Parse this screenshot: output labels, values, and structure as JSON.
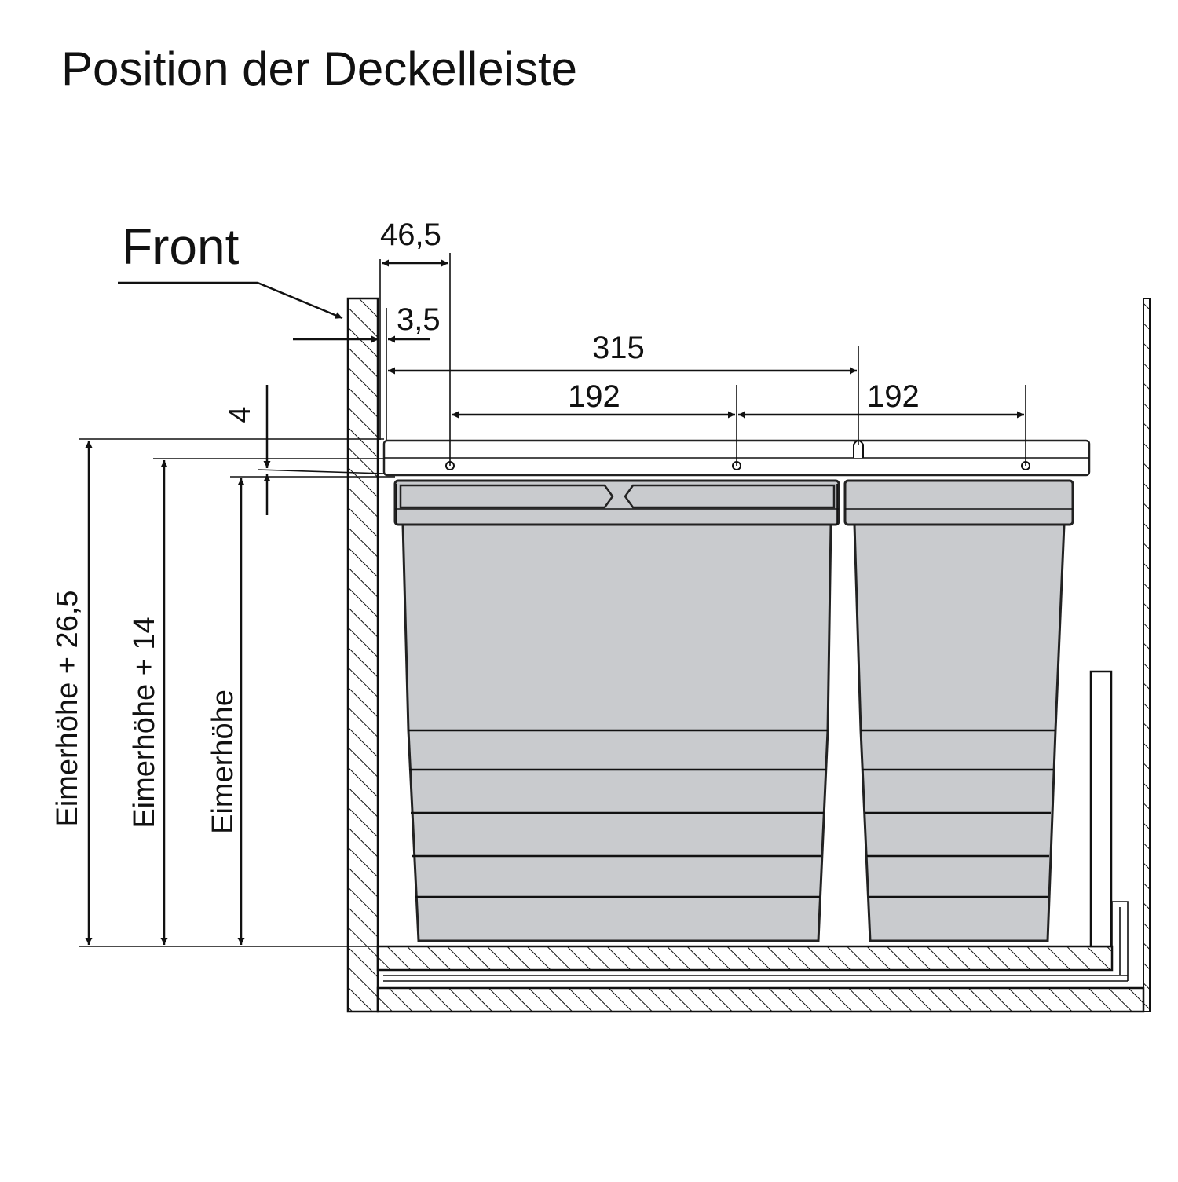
{
  "title": "Position der Deckelleiste",
  "labels": {
    "front": "Front",
    "dim_46_5": "46,5",
    "dim_3_5": "3,5",
    "dim_315": "315",
    "dim_192_left": "192",
    "dim_192_right": "192",
    "dim_4": "4",
    "height_plus_26_5": "Eimerhöhe + 26,5",
    "height_plus_14": "Eimerhöhe + 14",
    "height": "Eimerhöhe"
  },
  "colors": {
    "line": "#111111",
    "bin_fill": "#c9cbce",
    "background": "#ffffff"
  }
}
